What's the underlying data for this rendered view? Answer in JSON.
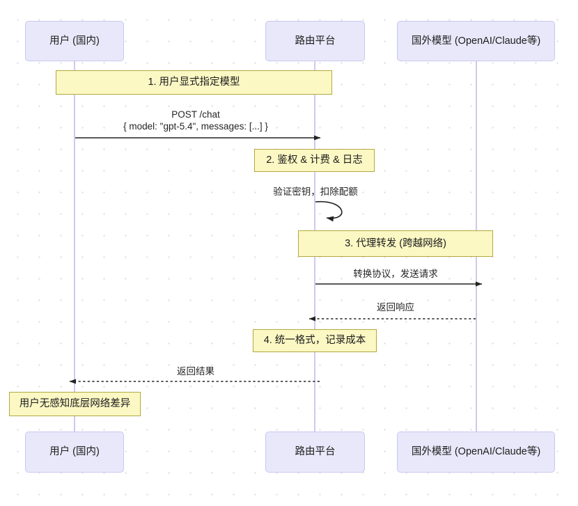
{
  "diagram": {
    "type": "sequence-diagram",
    "title": "",
    "colors": {
      "actor_fill": "#e8e8fa",
      "actor_border": "#c8c8ee",
      "note_fill": "#fbf8c4",
      "note_border": "#b3a83e",
      "lifeline": "#d3c7ef",
      "arrow": "#222222",
      "text": "#1c1c1c",
      "background": "#ffffff",
      "grid_dot": "#e7e7ea"
    },
    "participants": [
      {
        "id": "user",
        "label": "用户 (国内)"
      },
      {
        "id": "router",
        "label": "路由平台"
      },
      {
        "id": "model",
        "label": "国外模型 (OpenAI/Claude等)"
      }
    ],
    "participants_bottom": [
      {
        "id": "user",
        "label": "用户 (国内)"
      },
      {
        "id": "router",
        "label": "路由平台"
      },
      {
        "id": "model",
        "label": "国外模型 (OpenAI/Claude等)"
      }
    ],
    "notes": [
      {
        "id": "note-1",
        "label": "1. 用户显式指定模型",
        "span": "user-to-router"
      },
      {
        "id": "note-2",
        "label": "2. 鉴权 & 计费 & 日志",
        "span": "router"
      },
      {
        "id": "note-3",
        "label": "3. 代理转发 (跨越网络)",
        "span": "router-to-model"
      },
      {
        "id": "note-4",
        "label": "4. 统一格式，记录成本",
        "span": "router"
      },
      {
        "id": "note-5",
        "label": "用户无感知底层网络差异",
        "span": "user"
      }
    ],
    "messages": [
      {
        "id": "msg-1",
        "from": "user",
        "to": "router",
        "line": "solid",
        "direction": "right",
        "label_line1": "POST /chat",
        "label_line2": "{ model: \"gpt-5.4\", messages: [...] }"
      },
      {
        "id": "msg-2",
        "from": "router",
        "to": "router",
        "line": "solid",
        "direction": "self-loop",
        "label_line1": "验证密钥，扣除配额",
        "label_line2": ""
      },
      {
        "id": "msg-3",
        "from": "router",
        "to": "model",
        "line": "solid",
        "direction": "right",
        "label_line1": "转换协议，发送请求",
        "label_line2": ""
      },
      {
        "id": "msg-4",
        "from": "model",
        "to": "router",
        "line": "dashed",
        "direction": "left",
        "label_line1": "返回响应",
        "label_line2": ""
      },
      {
        "id": "msg-5",
        "from": "router",
        "to": "user",
        "line": "dashed",
        "direction": "left",
        "label_line1": "返回结果",
        "label_line2": ""
      }
    ]
  }
}
